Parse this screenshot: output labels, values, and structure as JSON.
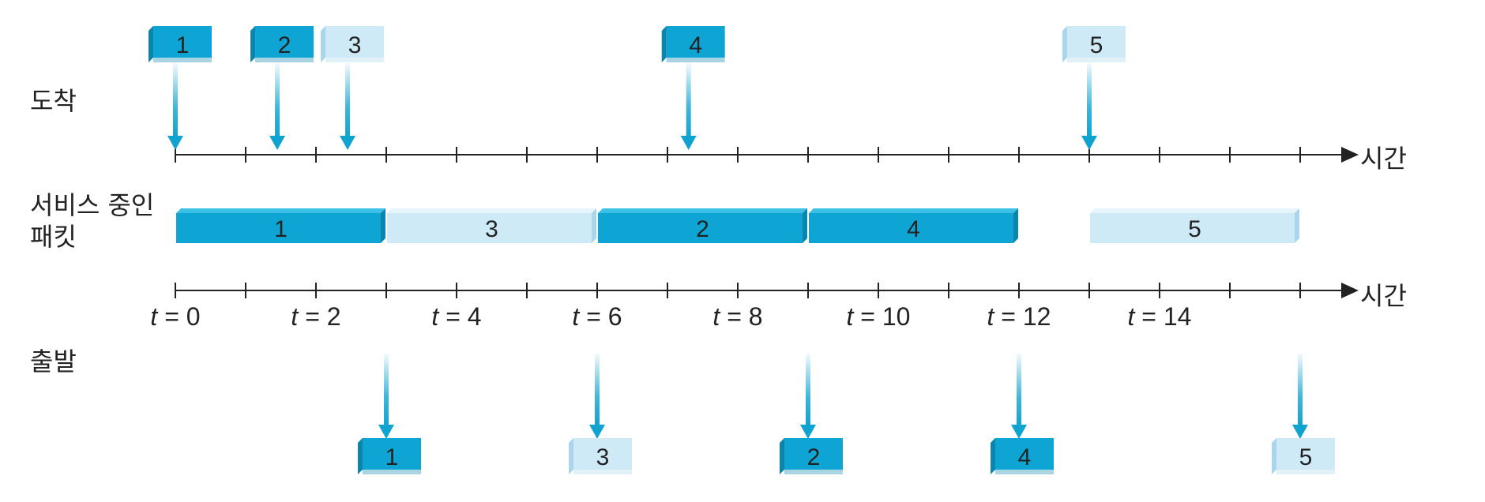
{
  "labels": {
    "arrival": "도착",
    "service_line1": "서비스 중인",
    "service_line2": "패킷",
    "departure": "출발",
    "axis_top_end": "시간",
    "axis_bottom_end": "시간"
  },
  "ticks": {
    "count": 16,
    "labels": [
      {
        "t": 0,
        "text": "t = 0"
      },
      {
        "t": 2,
        "text": "t = 2"
      },
      {
        "t": 4,
        "text": "t = 4"
      },
      {
        "t": 6,
        "text": "t = 6"
      },
      {
        "t": 8,
        "text": "t = 8"
      },
      {
        "t": 10,
        "text": "t = 10"
      },
      {
        "t": 12,
        "text": "t = 12"
      },
      {
        "t": 14,
        "text": "t = 14"
      }
    ]
  },
  "arrivals": [
    {
      "packet": "1",
      "time": 0.0,
      "class": "high"
    },
    {
      "packet": "2",
      "time": 1.45,
      "class": "high"
    },
    {
      "packet": "3",
      "time": 2.45,
      "class": "low"
    },
    {
      "packet": "4",
      "time": 7.3,
      "class": "high"
    },
    {
      "packet": "5",
      "time": 13.0,
      "class": "low"
    }
  ],
  "service": [
    {
      "packet": "1",
      "start": 0,
      "end": 3,
      "class": "high"
    },
    {
      "packet": "3",
      "start": 3,
      "end": 6,
      "class": "low"
    },
    {
      "packet": "2",
      "start": 6,
      "end": 9,
      "class": "high"
    },
    {
      "packet": "4",
      "start": 9,
      "end": 12,
      "class": "high"
    },
    {
      "packet": "5",
      "start": 13,
      "end": 16,
      "class": "low"
    }
  ],
  "departures": [
    {
      "packet": "1",
      "time": 3,
      "class": "high"
    },
    {
      "packet": "3",
      "time": 6,
      "class": "low"
    },
    {
      "packet": "2",
      "time": 9,
      "class": "high"
    },
    {
      "packet": "4",
      "time": 12,
      "class": "high"
    },
    {
      "packet": "5",
      "time": 16,
      "class": "low"
    }
  ],
  "colors": {
    "high": "#0ea5d4",
    "high_dark": "#0a86ad",
    "high_top": "#3cc0e6",
    "low": "#cdeaf6",
    "low_dark": "#a9d6ea",
    "low_top": "#e6f5fb",
    "axis": "#222222",
    "arrow": "#10a3cf",
    "text": "#222222"
  }
}
